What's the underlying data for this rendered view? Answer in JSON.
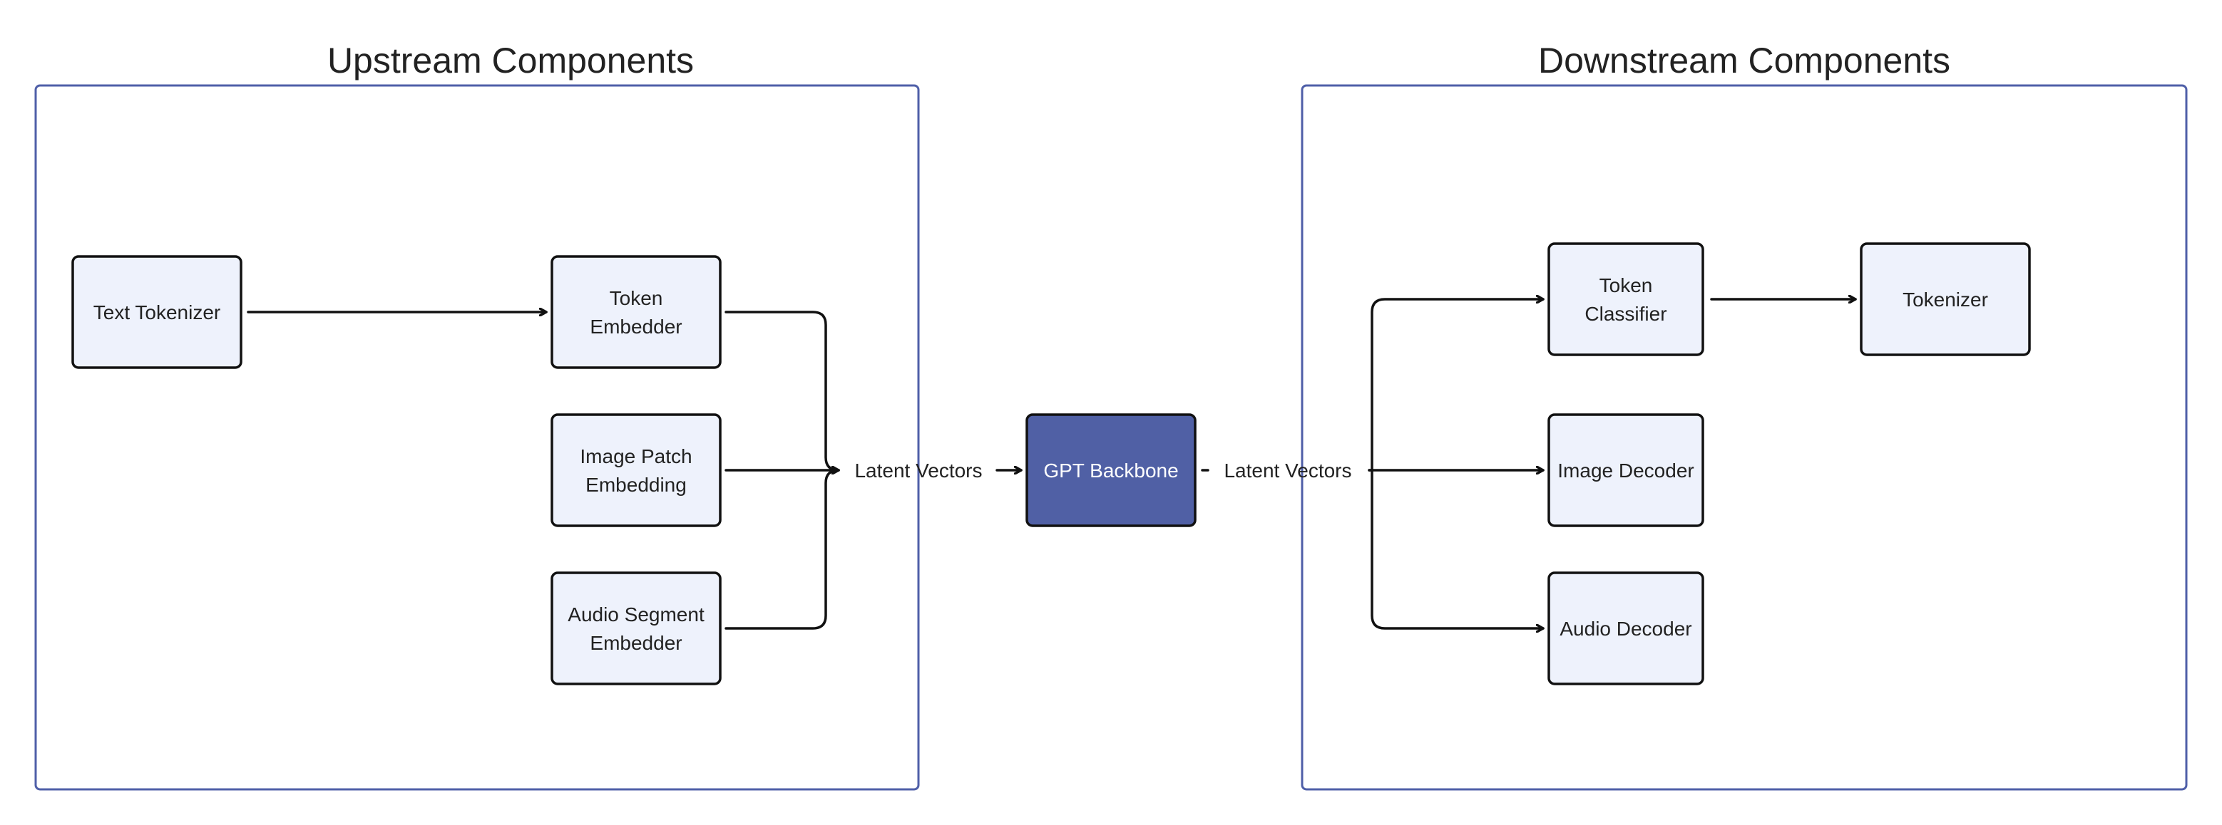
{
  "groups": {
    "upstream": {
      "title": "Upstream Components"
    },
    "downstream": {
      "title": "Downstream Components"
    }
  },
  "nodes": {
    "text_tokenizer": {
      "lines": [
        "Text Tokenizer"
      ]
    },
    "token_embedder": {
      "lines": [
        "Token",
        "Embedder"
      ]
    },
    "image_patch_embedding": {
      "lines": [
        "Image Patch",
        "Embedding"
      ]
    },
    "audio_segment_embedder": {
      "lines": [
        "Audio Segment",
        "Embedder"
      ]
    },
    "gpt_backbone": {
      "lines": [
        "GPT Backbone"
      ]
    },
    "token_classifier": {
      "lines": [
        "Token",
        "Classifier"
      ]
    },
    "tokenizer": {
      "lines": [
        "Tokenizer"
      ]
    },
    "image_decoder": {
      "lines": [
        "Image Decoder"
      ]
    },
    "audio_decoder": {
      "lines": [
        "Audio Decoder"
      ]
    }
  },
  "edge_labels": {
    "latent_in": "Latent Vectors",
    "latent_out": "Latent Vectors"
  },
  "colors": {
    "frame": "#4f5fa8",
    "node_fill": "#eef2fc",
    "backbone_fill": "#5060a5",
    "edge": "#111111"
  }
}
